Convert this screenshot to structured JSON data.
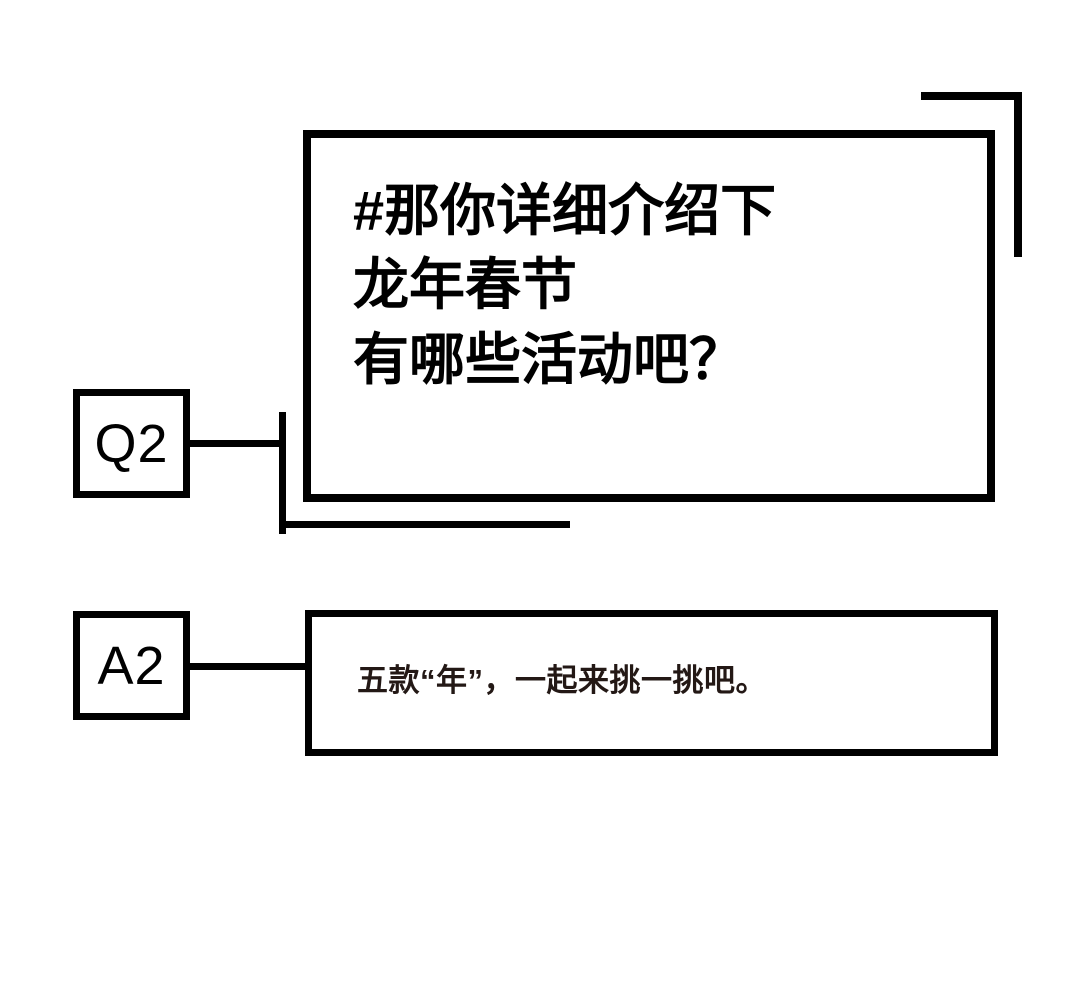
{
  "page": {
    "background_color": "#ffffff",
    "ink_color": "#000000",
    "body_text_color": "#231815"
  },
  "decor": {
    "corner_bracket_name": "top-right-corner-bracket"
  },
  "question": {
    "tag": "Q2",
    "lines": [
      "#那你详细介绍下",
      "龙年春节",
      "有哪些活动吧？"
    ],
    "full_text": "#那你详细介绍下龙年春节有哪些活动吧？"
  },
  "answer": {
    "tag": "A2",
    "text": "五款“年”，一起来挑一挑吧。"
  }
}
